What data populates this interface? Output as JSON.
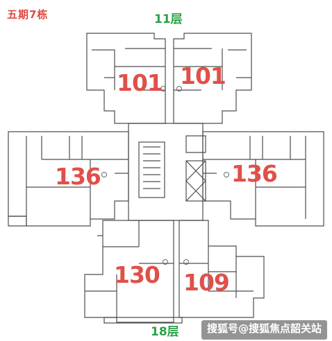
{
  "title": "五期7栋",
  "floor_top": "11层",
  "floor_bottom": "18层",
  "units": [
    "101",
    "101",
    "136",
    "136",
    "130",
    "109"
  ],
  "watermark": "搜狐号@搜狐焦点韶关站",
  "colors": {
    "unit_label": "#e0504a",
    "floor_label": "#2aa146",
    "title": "#e0473f",
    "plan_line": "#555555"
  }
}
